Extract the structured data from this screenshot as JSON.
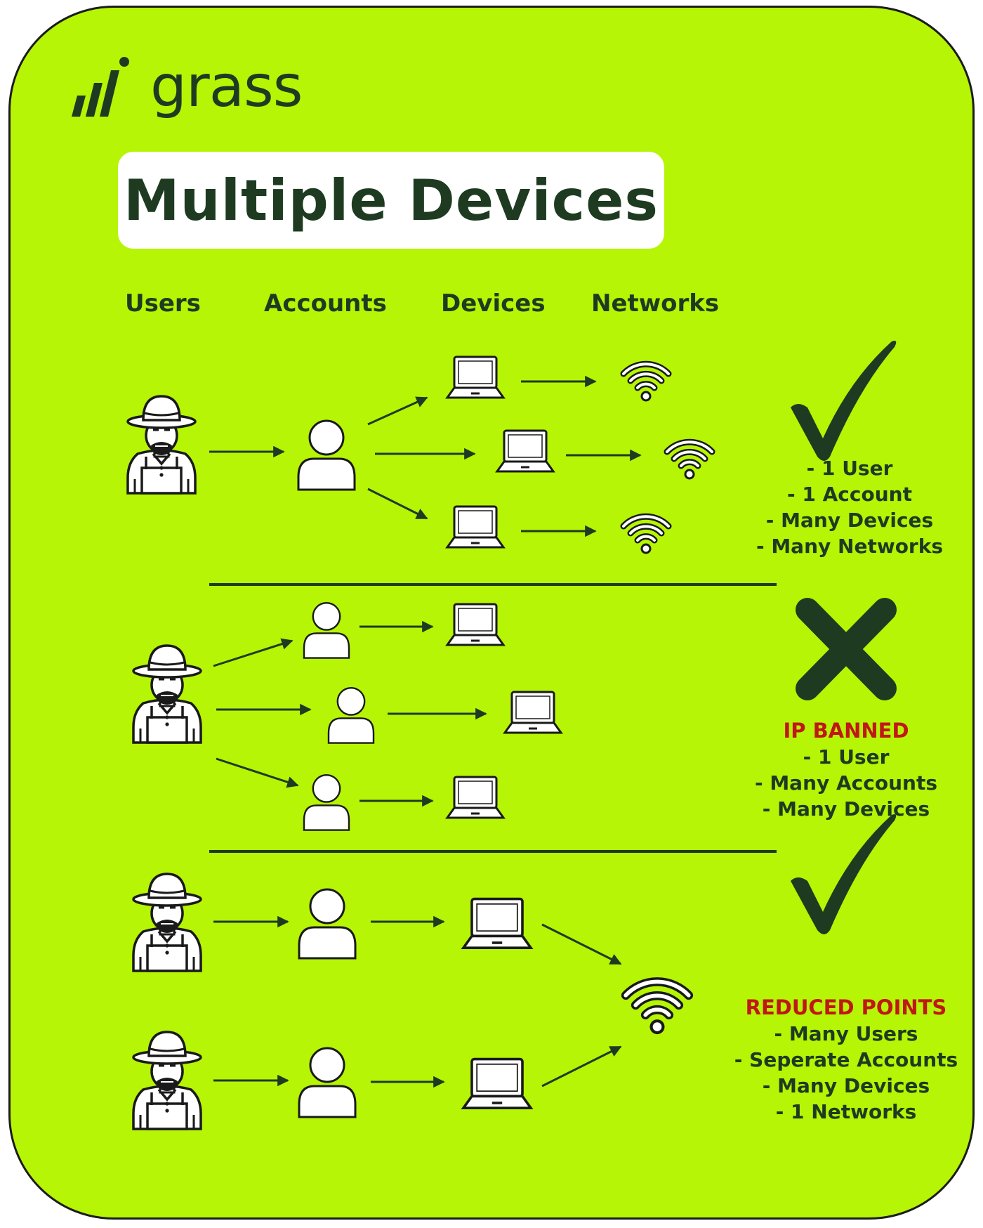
{
  "brand": {
    "name": "grass",
    "logo_icon": "grass-bars-logo"
  },
  "title": "Multiple Devices",
  "columns": [
    "Users",
    "Accounts",
    "Devices",
    "Networks"
  ],
  "colors": {
    "background": "#b5f505",
    "ink": "#1e3b22",
    "warning": "#c01717",
    "icon_fill": "#ffffff"
  },
  "scenarios": [
    {
      "verdict_icon": "checkmark-icon",
      "status": "",
      "notes": [
        "- 1 User",
        "- 1 Account",
        "- Many Devices",
        "- Many Networks"
      ]
    },
    {
      "verdict_icon": "cross-icon",
      "status": "IP BANNED",
      "notes": [
        "- 1 User",
        "- Many Accounts",
        "- Many Devices"
      ]
    },
    {
      "verdict_icon": "checkmark-icon",
      "status": "REDUCED POINTS",
      "notes": [
        "- Many Users",
        "- Seperate Accounts",
        "- Many Devices",
        "- 1 Networks"
      ]
    }
  ]
}
